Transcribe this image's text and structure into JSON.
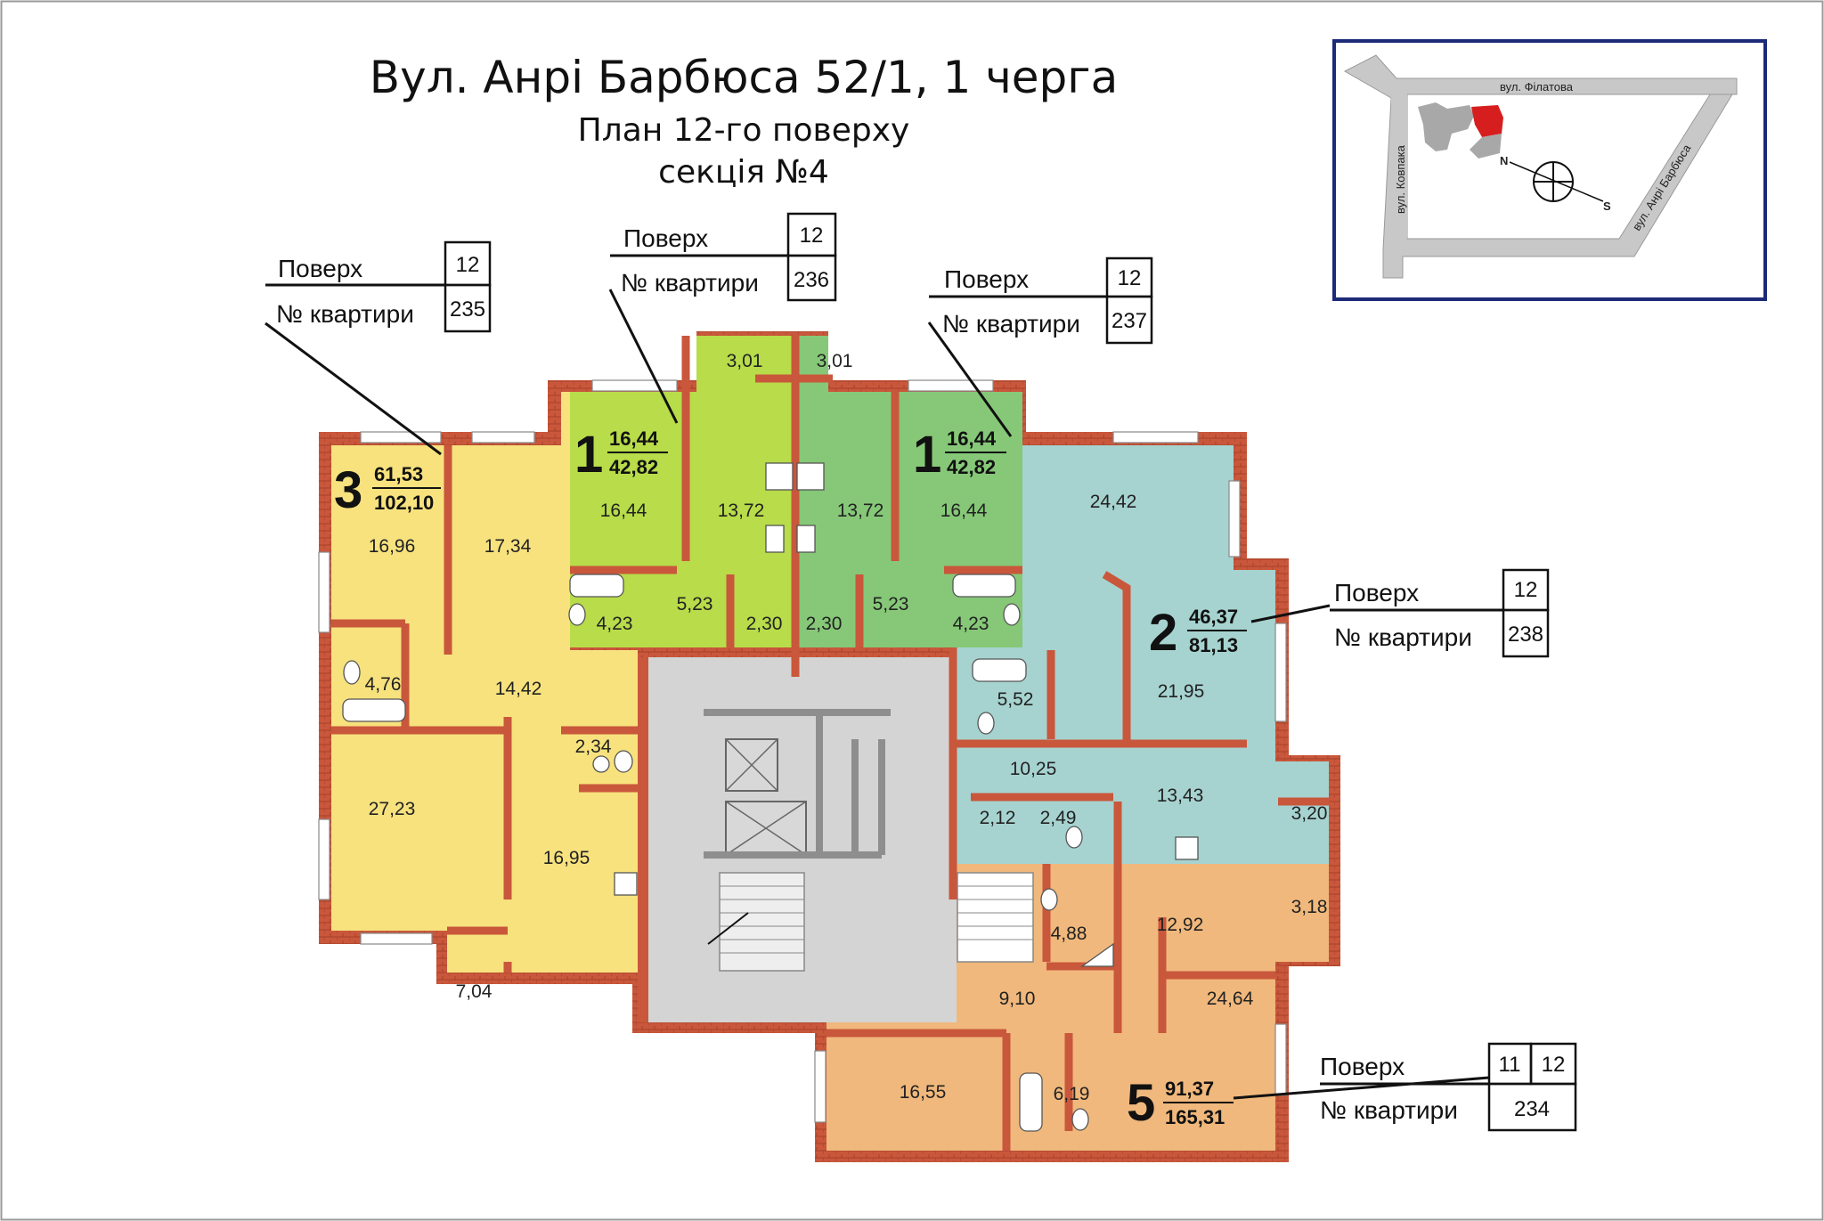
{
  "header": {
    "line1": "Вул. Анрі Барбюса 52/1, 1 черга",
    "line2": "План 12-го поверху",
    "line3": "секція №4"
  },
  "locator": {
    "street_filatova": "вул. Філатова",
    "street_kovpaka": "вул. Ковпака",
    "street_barbusse": "вул. Анрі Барбюса",
    "compass_n": "N",
    "compass_s": "S"
  },
  "tables": {
    "t235": {
      "floor_label": "Поверх",
      "floor": "12",
      "apt_label": "№ квартири",
      "apt": "235"
    },
    "t236": {
      "floor_label": "Поверх",
      "floor": "12",
      "apt_label": "№ квартири",
      "apt": "236"
    },
    "t237": {
      "floor_label": "Поверх",
      "floor": "12",
      "apt_label": "№ квартири",
      "apt": "237"
    },
    "t238": {
      "floor_label": "Поверх",
      "floor": "12",
      "apt_label": "№ квартири",
      "apt": "238"
    },
    "t234": {
      "floor_label": "Поверх",
      "floor_a": "11",
      "floor_b": "12",
      "apt_label": "№ квартири",
      "apt": "234"
    }
  },
  "units": {
    "u235": {
      "rooms": "3",
      "living": "61,53",
      "total": "102,10",
      "color": "#f7e27e"
    },
    "u236": {
      "rooms": "1",
      "living": "16,44",
      "total": "42,82",
      "color": "#b8dc4a"
    },
    "u237": {
      "rooms": "1",
      "living": "16,44",
      "total": "42,82",
      "color": "#86c878"
    },
    "u238": {
      "rooms": "2",
      "living": "46,37",
      "total": "81,13",
      "color": "#a6d3d0"
    },
    "u234": {
      "rooms": "5",
      "living": "91,37",
      "total": "165,31",
      "color": "#f0b87c"
    }
  },
  "areas": {
    "a1696": "16,96",
    "a1734": "17,34",
    "a476": "4,76",
    "a1442": "14,42",
    "a234": "2,34",
    "a2723": "27,23",
    "a1695": "16,95",
    "a704": "7,04",
    "a301l": "3,01",
    "a301r": "3,01",
    "a1644l": "16,44",
    "a1372l": "13,72",
    "a1372r": "13,72",
    "a1644r": "16,44",
    "a523l": "5,23",
    "a523r": "5,23",
    "a423l": "4,23",
    "a423r": "4,23",
    "a230l": "2,30",
    "a230r": "2,30",
    "a2442": "24,42",
    "a2195": "21,95",
    "a552": "5,52",
    "a1025": "10,25",
    "a1343": "13,43",
    "a212": "2,12",
    "a249": "2,49",
    "a320": "3,20",
    "a318": "3,18",
    "a1292": "12,92",
    "a488": "4,88",
    "a910": "9,10",
    "a2464": "24,64",
    "a1655": "16,55",
    "a619": "6,19"
  }
}
